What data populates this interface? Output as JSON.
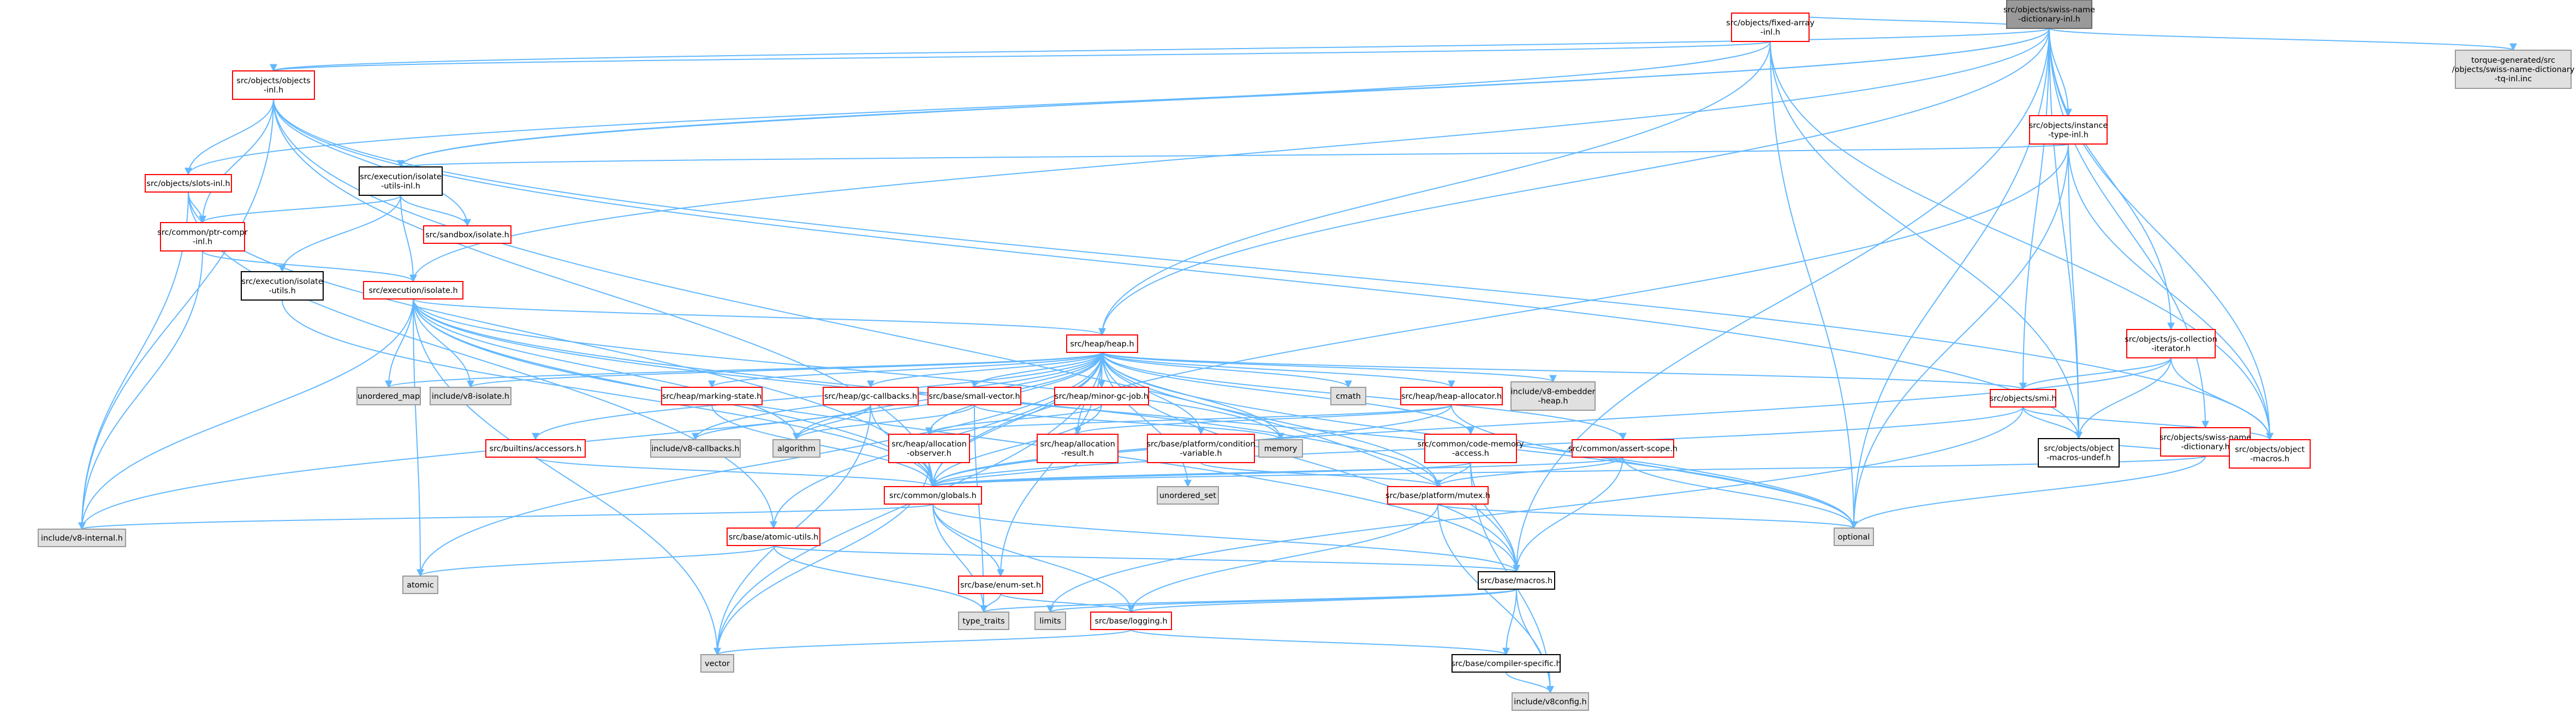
{
  "colors": {
    "edge": "#63b8ff",
    "focus_fill": "#999999",
    "focus_border": "#666666",
    "red_border": "#ff0000",
    "black_border": "#000000",
    "gray_fill": "#e0e0e0",
    "gray_border": "#999999",
    "white_fill": "#ffffff"
  },
  "nodes": [
    {
      "id": "n0",
      "label": [
        "src/objects/swiss-name",
        "-dictionary-inl.h"
      ],
      "kind": "focus"
    },
    {
      "id": "n1",
      "label": [
        "src/objects/fixed-array",
        "-inl.h"
      ],
      "kind": "red"
    },
    {
      "id": "n2",
      "label": [
        "torque-generated/src",
        "/objects/swiss-name-dictionary",
        "-tq-inl.inc"
      ],
      "kind": "gray"
    },
    {
      "id": "n3",
      "label": [
        "src/objects/objects",
        "-inl.h"
      ],
      "kind": "red"
    },
    {
      "id": "n4",
      "label": [
        "src/objects/instance",
        "-type-inl.h"
      ],
      "kind": "red"
    },
    {
      "id": "n5",
      "label": [
        "src/execution/isolate",
        "-utils-inl.h"
      ],
      "kind": "black"
    },
    {
      "id": "n6",
      "label": [
        "src/objects/slots-inl.h"
      ],
      "kind": "red"
    },
    {
      "id": "n7",
      "label": [
        "src/sandbox/isolate.h"
      ],
      "kind": "red"
    },
    {
      "id": "n8",
      "label": [
        "src/common/ptr-compr",
        "-inl.h"
      ],
      "kind": "red"
    },
    {
      "id": "n9",
      "label": [
        "src/execution/isolate",
        "-utils.h"
      ],
      "kind": "black"
    },
    {
      "id": "n10",
      "label": [
        "src/execution/isolate.h"
      ],
      "kind": "red"
    },
    {
      "id": "n11",
      "label": [
        "src/objects/js-collection",
        "-iterator.h"
      ],
      "kind": "red"
    },
    {
      "id": "n12",
      "label": [
        "src/heap/heap.h"
      ],
      "kind": "red"
    },
    {
      "id": "n13",
      "label": [
        "src/objects/smi.h"
      ],
      "kind": "red"
    },
    {
      "id": "n14",
      "label": [
        "src/objects/swiss-name",
        "-dictionary.h"
      ],
      "kind": "red"
    },
    {
      "id": "n15",
      "label": [
        "unordered_map"
      ],
      "kind": "gray"
    },
    {
      "id": "n16",
      "label": [
        "include/v8-isolate.h"
      ],
      "kind": "gray"
    },
    {
      "id": "n17",
      "label": [
        "src/heap/marking-state.h"
      ],
      "kind": "red"
    },
    {
      "id": "n18",
      "label": [
        "src/heap/gc-callbacks.h"
      ],
      "kind": "red"
    },
    {
      "id": "n19",
      "label": [
        "src/base/small-vector.h"
      ],
      "kind": "red"
    },
    {
      "id": "n20",
      "label": [
        "src/heap/minor-gc-job.h"
      ],
      "kind": "red"
    },
    {
      "id": "n21",
      "label": [
        "cmath"
      ],
      "kind": "gray"
    },
    {
      "id": "n22",
      "label": [
        "src/heap/heap-allocator.h"
      ],
      "kind": "red"
    },
    {
      "id": "n23",
      "label": [
        "include/v8-embedder",
        "-heap.h"
      ],
      "kind": "gray"
    },
    {
      "id": "n24",
      "label": [
        "src/builtins/accessors.h"
      ],
      "kind": "red"
    },
    {
      "id": "n25",
      "label": [
        "include/v8-callbacks.h"
      ],
      "kind": "gray"
    },
    {
      "id": "n26",
      "label": [
        "algorithm"
      ],
      "kind": "gray"
    },
    {
      "id": "n27",
      "label": [
        "src/heap/allocation",
        "-observer.h"
      ],
      "kind": "red"
    },
    {
      "id": "n28",
      "label": [
        "src/heap/allocation",
        "-result.h"
      ],
      "kind": "red"
    },
    {
      "id": "n29",
      "label": [
        "src/base/platform/condition",
        "-variable.h"
      ],
      "kind": "red"
    },
    {
      "id": "n30",
      "label": [
        "memory"
      ],
      "kind": "gray"
    },
    {
      "id": "n31",
      "label": [
        "src/common/code-memory",
        "-access.h"
      ],
      "kind": "red"
    },
    {
      "id": "n32",
      "label": [
        "src/common/assert-scope.h"
      ],
      "kind": "red"
    },
    {
      "id": "n33",
      "label": [
        "src/objects/object",
        "-macros-undef.h"
      ],
      "kind": "black"
    },
    {
      "id": "n34",
      "label": [
        "src/objects/object",
        "-macros.h"
      ],
      "kind": "red"
    },
    {
      "id": "n35",
      "label": [
        "unordered_set"
      ],
      "kind": "gray"
    },
    {
      "id": "n36",
      "label": [
        "src/common/globals.h"
      ],
      "kind": "red"
    },
    {
      "id": "n37",
      "label": [
        "src/base/platform/mutex.h"
      ],
      "kind": "red"
    },
    {
      "id": "n38",
      "label": [
        "optional"
      ],
      "kind": "gray"
    },
    {
      "id": "n39",
      "label": [
        "include/v8-internal.h"
      ],
      "kind": "gray"
    },
    {
      "id": "n40",
      "label": [
        "src/base/atomic-utils.h"
      ],
      "kind": "red"
    },
    {
      "id": "n41",
      "label": [
        "atomic"
      ],
      "kind": "gray"
    },
    {
      "id": "n42",
      "label": [
        "src/base/enum-set.h"
      ],
      "kind": "red"
    },
    {
      "id": "n43",
      "label": [
        "src/base/macros.h"
      ],
      "kind": "black"
    },
    {
      "id": "n44",
      "label": [
        "type_traits"
      ],
      "kind": "gray"
    },
    {
      "id": "n45",
      "label": [
        "limits"
      ],
      "kind": "gray"
    },
    {
      "id": "n46",
      "label": [
        "src/base/logging.h"
      ],
      "kind": "red"
    },
    {
      "id": "n47",
      "label": [
        "vector"
      ],
      "kind": "gray"
    },
    {
      "id": "n48",
      "label": [
        "src/base/compiler-specific.h"
      ],
      "kind": "black"
    },
    {
      "id": "n49",
      "label": [
        "include/v8config.h"
      ],
      "kind": "gray"
    }
  ]
}
